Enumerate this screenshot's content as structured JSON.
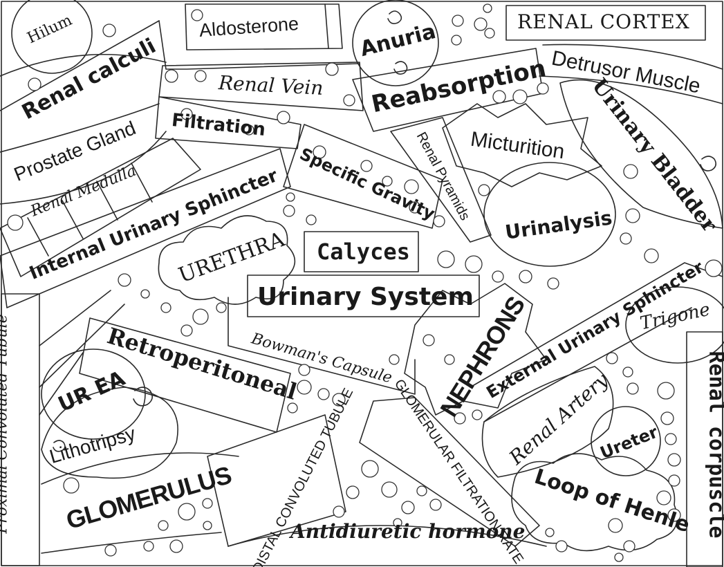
{
  "colors": {
    "ink": "#1a1a1a",
    "line": "#2a2a2a",
    "paper": "#ffffff"
  },
  "terms": {
    "hilum": "Hilum",
    "aldosterone": "Aldosterone",
    "anuria": "Anuria",
    "renal_cortex": "RENAL CORTEX",
    "renal_calculi": "Renal calculi",
    "renal_vein": "Renal Vein",
    "reabsorption": "Reabsorption",
    "detrusor_muscle": "Detrusor Muscle",
    "prostate_gland": "Prostate Gland",
    "filtration": "Filtration",
    "micturition": "Micturition",
    "urinary_bladder": "Urinary Bladder",
    "renal_medulla": "Renal Medulla",
    "specific_gravity": "Specific Gravity",
    "renal_pyramids": "Renal Pyramids",
    "internal_urinary_sphincter": "Internal Urinary Sphincter",
    "urinalysis": "Urinalysis",
    "urethra": "URETHRA",
    "calyces": "Calyces",
    "urinary_system": "Urinary System",
    "external_urinary_sphincter": "External Urinary Sphincter",
    "trigone": "Trigone",
    "proximal_convoluted_tubule": "Proximal Convoluted Tubule",
    "retroperitoneal": "Retroperitoneal",
    "bowmans_capsule": "Bowman's Capsule",
    "nephrons": "NEPHRONS",
    "renal_corpuscle": "Renal corpuscle",
    "urea": "UR EA",
    "lithotripsy": "Lithotripsy",
    "renal_artery": "Renal Artery",
    "ureter": "Ureter",
    "glomerulus": "GLOMERULUS",
    "distal_convoluted_tubule": "DISTAL CONVOLUTED TUBULE",
    "glomerular_filtration_rate": "GLOMERULAR FILTRATION RATE",
    "loop_of_henle": "Loop of Henle",
    "antidiuretic_hormone": "Antidiuretic hormone"
  }
}
